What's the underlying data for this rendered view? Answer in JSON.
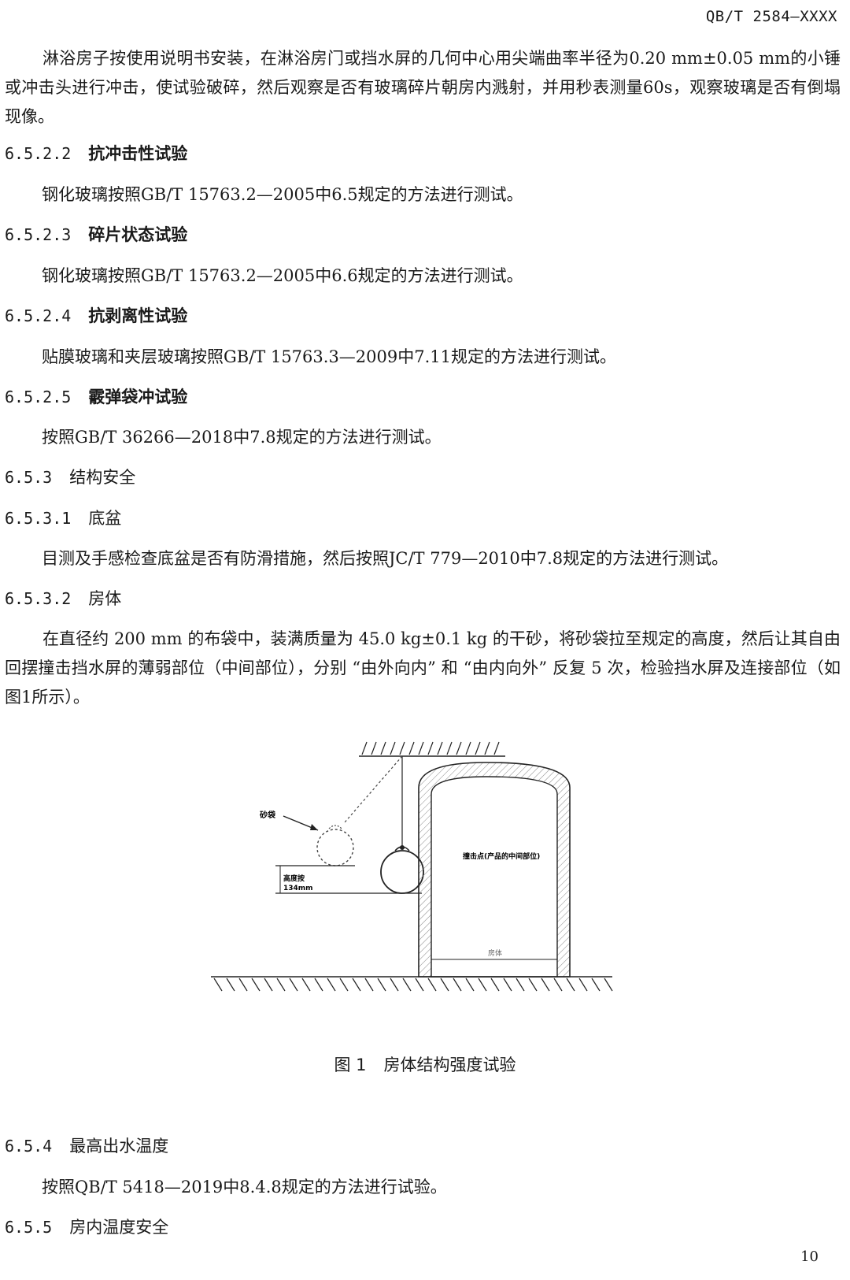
{
  "header": {
    "doc_code": "QB/T 2584—XXXX"
  },
  "paragraphs": {
    "p1": "淋浴房子按使用说明书安装，在淋浴房门或挡水屏的几何中心用尖端曲率半径为0.20 mm±0.05 mm的小锤或冲击头进行冲击，使试验破碎，然后观察是否有玻璃碎片朝房内溅射，并用秒表测量60s，观察玻璃是否有倒塌现像。",
    "s6522_text": "钢化玻璃按照GB/T 15763.2—2005中6.5规定的方法进行测试。",
    "s6523_text": "钢化玻璃按照GB/T 15763.2—2005中6.6规定的方法进行测试。",
    "s6524_text": "贴膜玻璃和夹层玻璃按照GB/T 15763.3—2009中7.11规定的方法进行测试。",
    "s6525_text": "按照GB/T 36266—2018中7.8规定的方法进行测试。",
    "s6531_text": "目测及手感检查底盆是否有防滑措施，然后按照JC/T 779—2010中7.8规定的方法进行测试。",
    "s6532_text": "在直径约 200 mm 的布袋中，装满质量为 45.0 kg±0.1 kg 的干砂，将砂袋拉至规定的高度，然后让其自由回摆撞击挡水屏的薄弱部位（中间部位），分别 “由外向内” 和 “由内向外” 反复 5 次，检验挡水屏及连接部位（如图1所示）。",
    "s654_text": "按照QB/T 5418—2019中8.4.8规定的方法进行试验。"
  },
  "headings": {
    "h6522": {
      "num": "6.5.2.2",
      "title": "抗冲击性试验"
    },
    "h6523": {
      "num": "6.5.2.3",
      "title": "碎片状态试验"
    },
    "h6524": {
      "num": "6.5.2.4",
      "title": "抗剥离性试验"
    },
    "h6525": {
      "num": "6.5.2.5",
      "title": "霰弹袋冲试验"
    },
    "h653": {
      "num": "6.5.3",
      "title": "结构安全"
    },
    "h6531": {
      "num": "6.5.3.1",
      "title": "底盆"
    },
    "h6532": {
      "num": "6.5.3.2",
      "title": "房体"
    },
    "h654": {
      "num": "6.5.4",
      "title": "最高出水温度"
    },
    "h655": {
      "num": "6.5.5",
      "title": "房内温度安全"
    }
  },
  "figure": {
    "label_sandbag": "砂袋",
    "label_height_1": "高度按",
    "label_height_2": "134mm",
    "label_impact": "撞击点(产品的中间部位)",
    "label_body": "房体",
    "caption_num": "图 1",
    "caption_title": "房体结构强度试验"
  },
  "footer": {
    "page_number": "10"
  }
}
